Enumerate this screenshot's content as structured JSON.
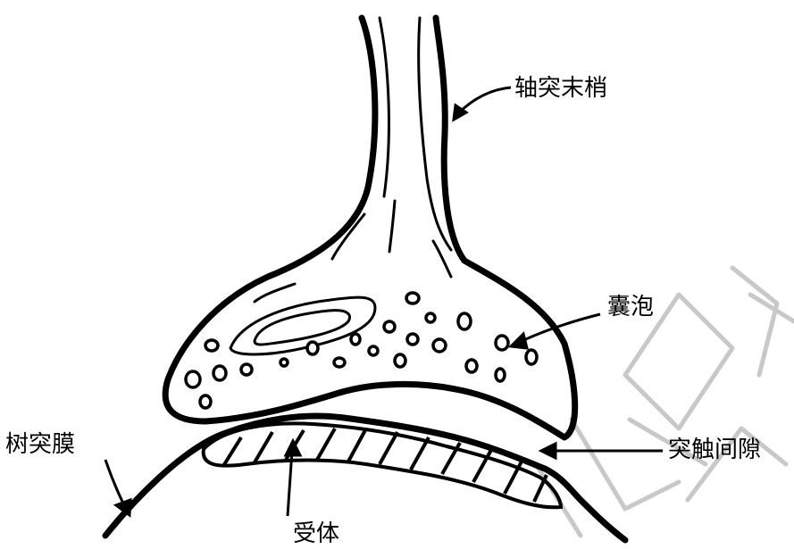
{
  "labels": {
    "axon_terminal": "轴突末梢",
    "vesicle": "囊泡",
    "dendrite_membrane": "树突膜",
    "synaptic_cleft": "突触间隙",
    "receptor": "受体"
  },
  "watermark": "文摘要库",
  "colors": {
    "line": "#000000",
    "watermark": "#c8c8c8",
    "background": "#ffffff"
  }
}
